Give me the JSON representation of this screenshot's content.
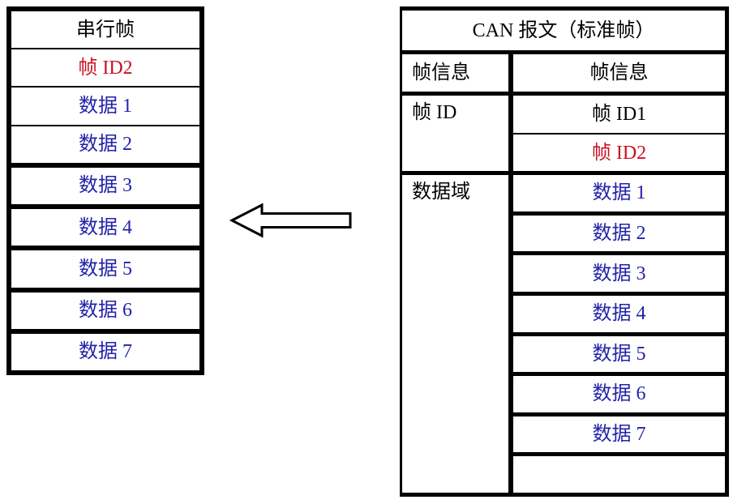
{
  "colors": {
    "red": "#cc1122",
    "blue": "#2222aa",
    "black": "#000000",
    "border": "#000000",
    "background": "#ffffff"
  },
  "left_table": {
    "title": "串行帧",
    "rows": [
      {
        "label": "帧 ID2",
        "color": "red"
      },
      {
        "label": "数据 1",
        "color": "blue"
      },
      {
        "label": "数据 2",
        "color": "blue"
      },
      {
        "label": "数据 3",
        "color": "blue"
      },
      {
        "label": "数据 4",
        "color": "blue"
      },
      {
        "label": "数据 5",
        "color": "blue"
      },
      {
        "label": "数据 6",
        "color": "blue"
      },
      {
        "label": "数据 7",
        "color": "blue"
      }
    ]
  },
  "arrow": {
    "direction": "left",
    "style": "hollow-block-arrow"
  },
  "right_table": {
    "title": "CAN 报文（标准帧）",
    "label_col": {
      "frame_info": "帧信息",
      "frame_id": "帧 ID",
      "data_field": "数据域"
    },
    "value_col": {
      "frame_info": "帧信息",
      "frame_id1": {
        "label": "帧 ID1",
        "color": "black"
      },
      "frame_id2": {
        "label": "帧 ID2",
        "color": "red"
      },
      "data_rows": [
        {
          "label": "数据 1",
          "color": "blue"
        },
        {
          "label": "数据 2",
          "color": "blue"
        },
        {
          "label": "数据 3",
          "color": "blue"
        },
        {
          "label": "数据 4",
          "color": "blue"
        },
        {
          "label": "数据 5",
          "color": "blue"
        },
        {
          "label": "数据 6",
          "color": "blue"
        },
        {
          "label": "数据 7",
          "color": "blue"
        }
      ],
      "empty_row": ""
    }
  }
}
